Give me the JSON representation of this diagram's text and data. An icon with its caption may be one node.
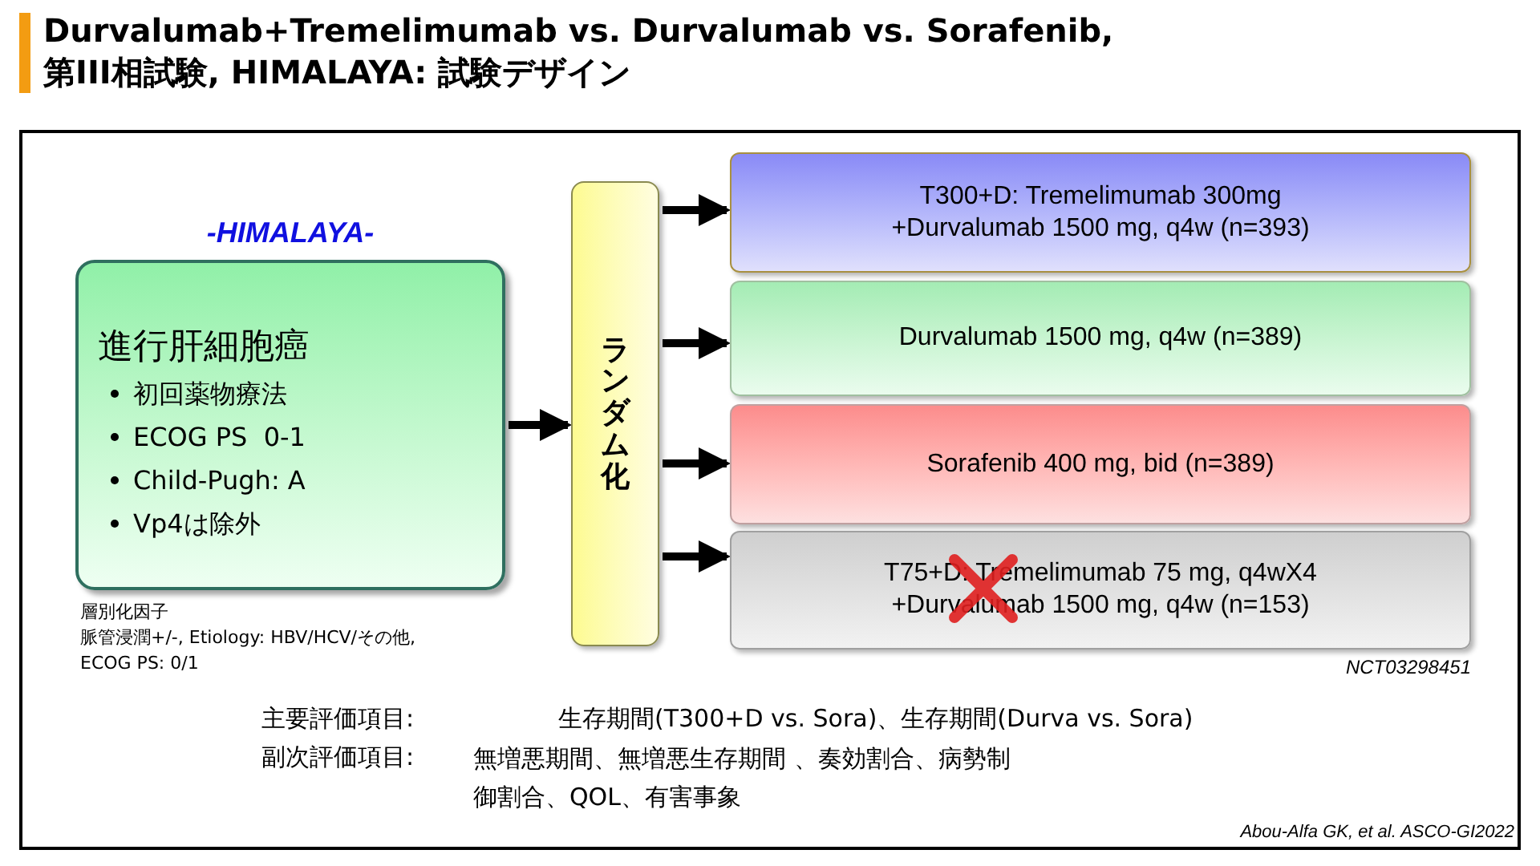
{
  "diagram": {
    "title": "Durvalumab+Tremelimumab vs. Durvalumab vs. Sorafenib, 第III相試験, HIMALAYA: 試験デザイン",
    "nodes": [
      {
        "text": [
          "進行肝細胞癌",
          "初回薬物療法",
          "ECOG PS  0-1",
          "Child-Pugh: A",
          "Vp4は除外"
        ],
        "beside": [
          "-HIMALAYA-"
        ]
      },
      {
        "text": [
          "ランダム化"
        ]
      },
      {
        "text": [
          "T300+D: Tremelimumab 300mg +Durvalumab 1500 mg, q4w (n=393)"
        ]
      },
      {
        "text": [
          "Durvalumab 1500 mg, q4w (n=389)"
        ]
      },
      {
        "text": [
          "Sorafenib 400 mg, bid (n=389)"
        ]
      },
      {
        "text": [
          "T75+D: Tremelimumab 75 mg, q4wX4 +Durvalumab 1500 mg, q4w (n=153)"
        ]
      }
    ],
    "edges": [
      {
        "from": 0,
        "to": 1,
        "arrow": "to"
      },
      {
        "from": 1,
        "to": 2,
        "arrow": "to"
      },
      {
        "from": 1,
        "to": 3,
        "arrow": "to"
      },
      {
        "from": 1,
        "to": 4,
        "arrow": "to"
      },
      {
        "from": 1,
        "to": 5,
        "arrow": "to"
      }
    ],
    "labels": [
      "層別化因子",
      "脈管浸潤+/-, Etiology: HBV/HCV/その他, ECOG PS: 0/1",
      "NCT03298451",
      "主要評価項目:",
      "生存期間(T300+D vs. Sora)、生存期間(Durva vs. Sora)",
      "副次評価項目:",
      "無増悪期間、無増悪生存期間 、奏効割合、病勢制御割合、QOL、有害事象",
      "Abou-Alfa GK, et al. ASCO-GI2022"
    ]
  }
}
